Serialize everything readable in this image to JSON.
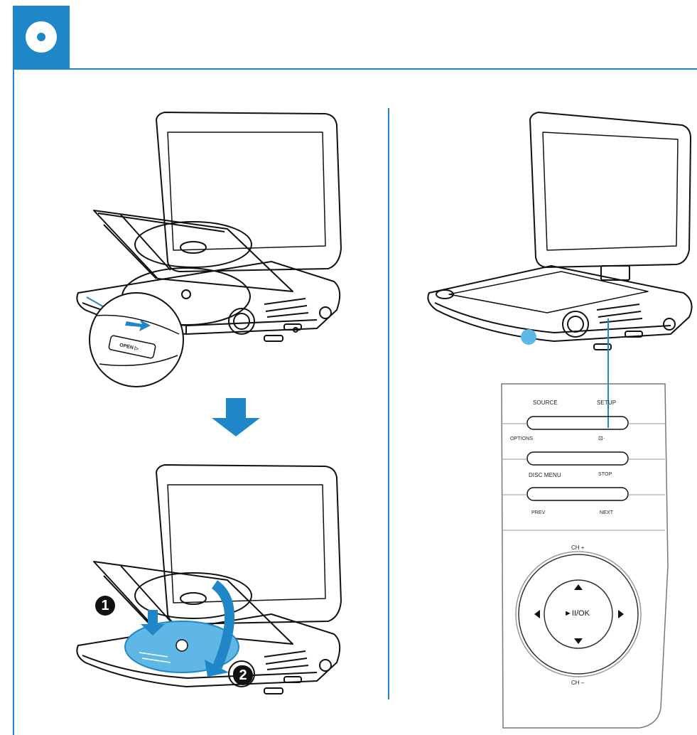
{
  "header": {
    "badge_icon": "disc-icon",
    "accent_color": "#1f86c8"
  },
  "left_panel": {
    "top_illustration": {
      "latch_label": "OPEN ▷",
      "icons": [
        "dvd-player-icon",
        "slide-arrow-icon"
      ]
    },
    "arrow_icon": "down-arrow-icon",
    "bottom_illustration": {
      "step_1": "1",
      "step_2": "2",
      "disc_color": "#5fb7e6"
    }
  },
  "right_panel": {
    "player_icon": "dvd-player-icon",
    "remote_panel": {
      "rows": [
        {
          "left": "SOURCE",
          "right": "SETUP"
        },
        {
          "left": "OPTIONS",
          "right": "⊡·"
        },
        {
          "left": "DISC MENU",
          "right": "STOP"
        },
        {
          "left": "PREV",
          "right": "NEXT"
        }
      ],
      "dpad": {
        "top": "CH +",
        "bottom": "CH –",
        "center": "►II/OK",
        "up_icon": "up-triangle-icon",
        "down_icon": "down-triangle-icon",
        "left_icon": "left-triangle-icon",
        "right_icon": "right-triangle-icon"
      }
    }
  }
}
